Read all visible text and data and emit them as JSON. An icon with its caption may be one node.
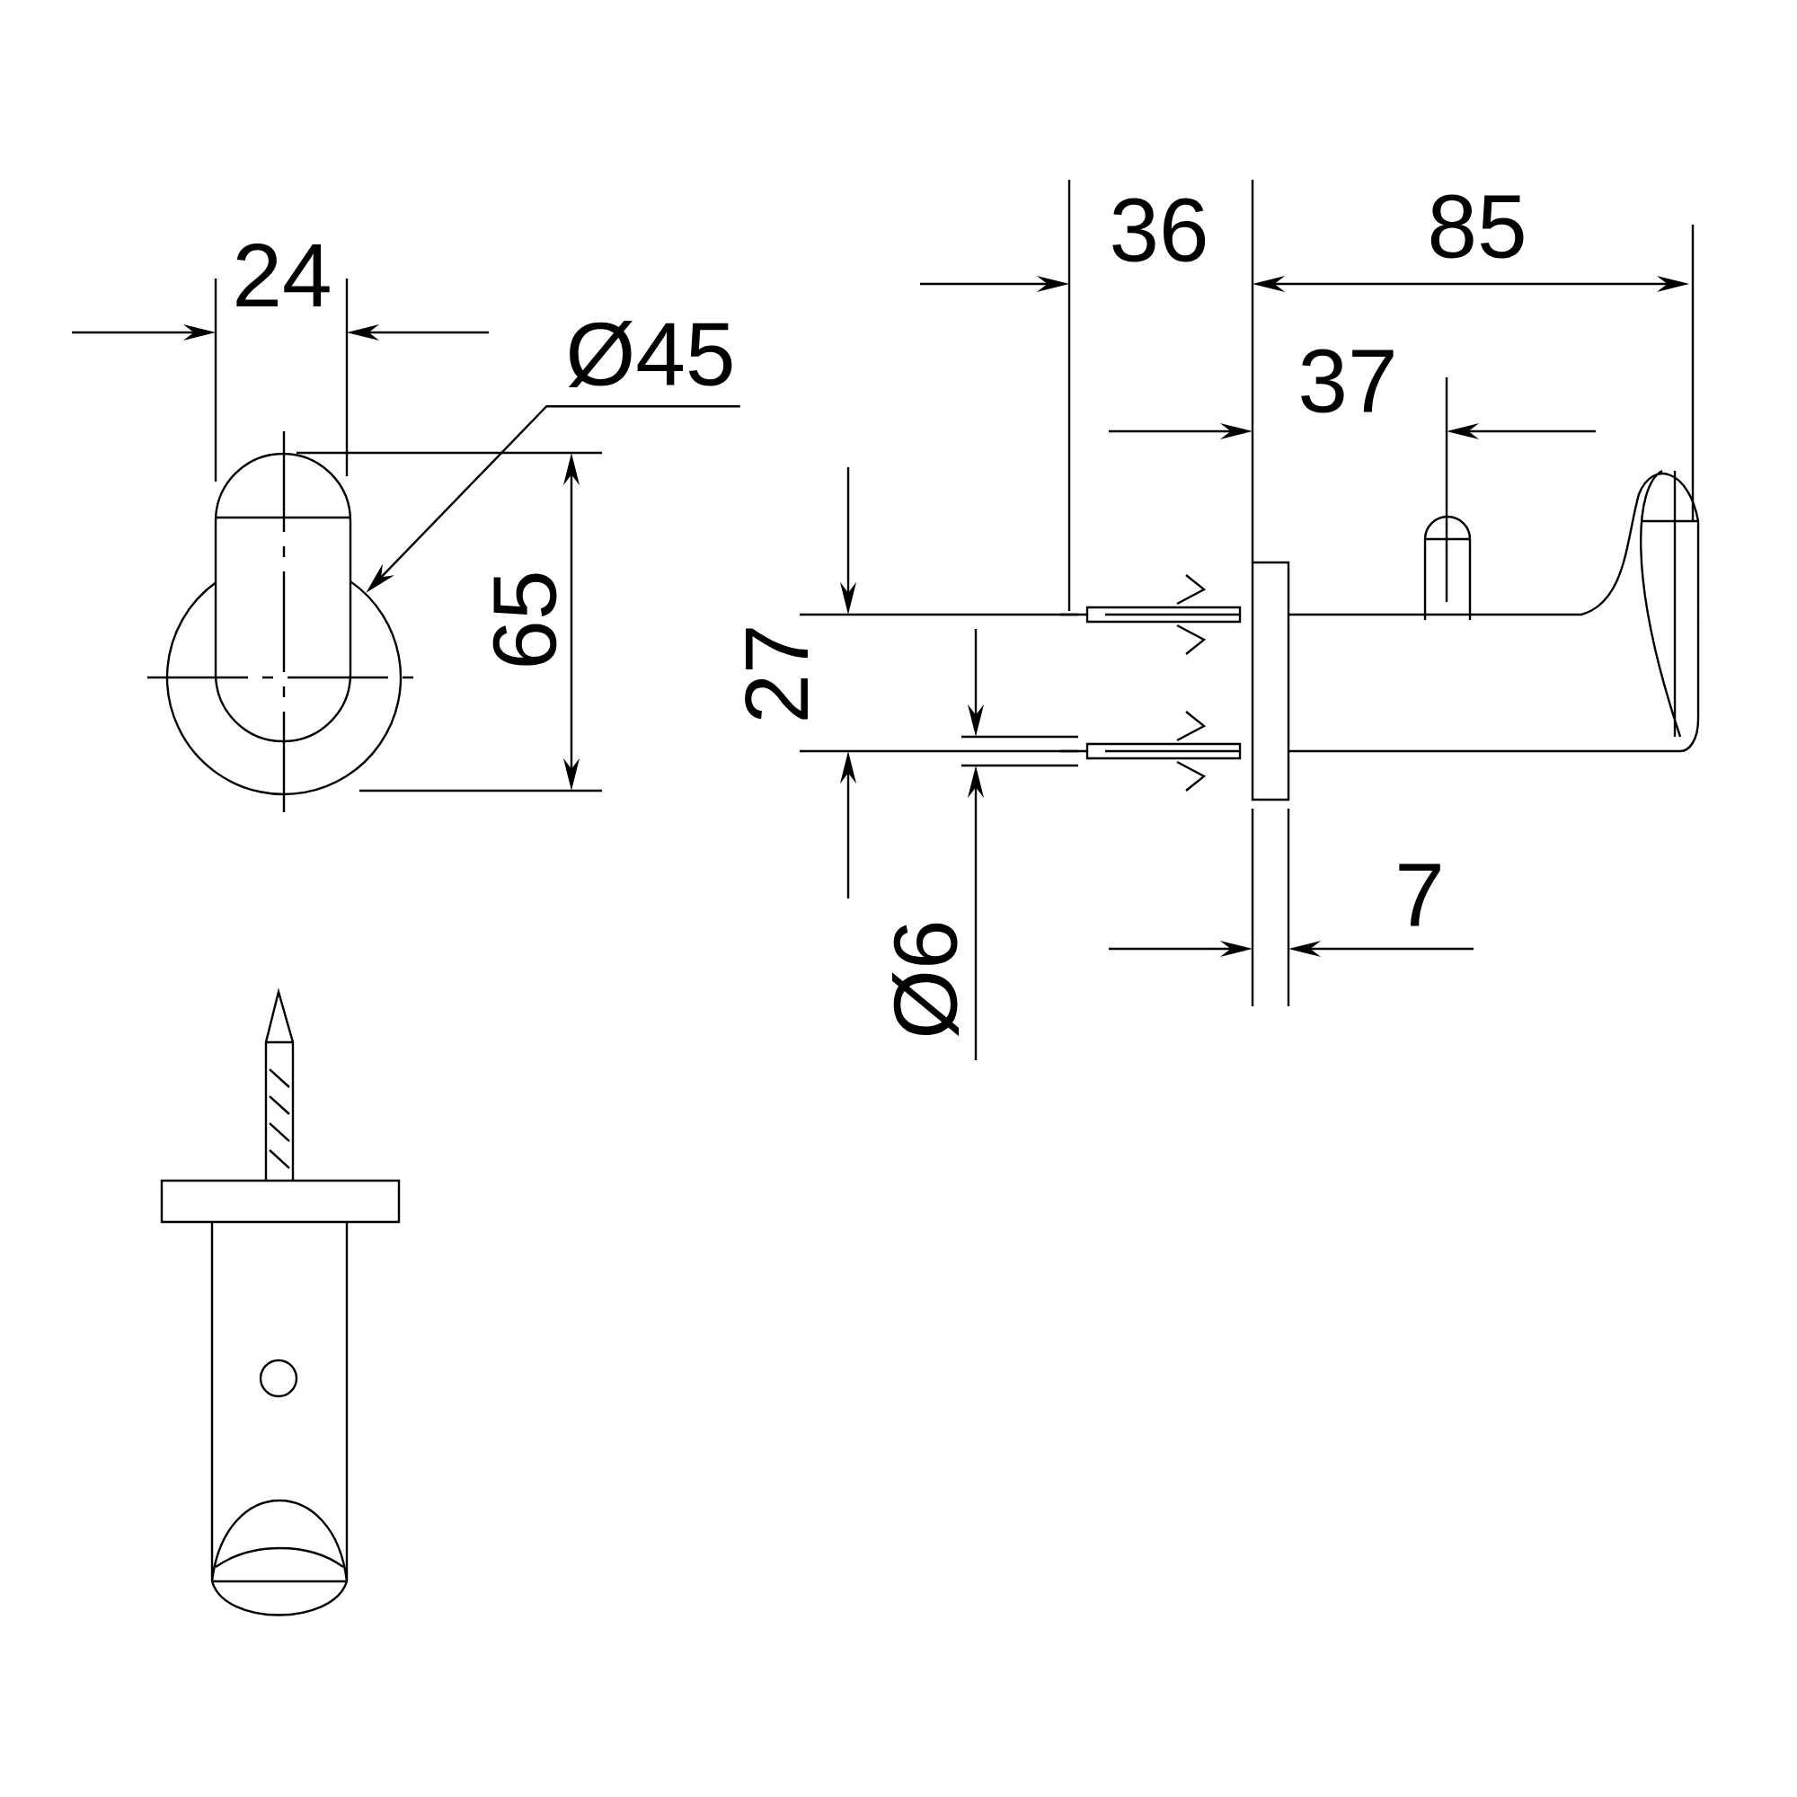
{
  "diagram": {
    "nodes": [
      {
        "text": [
          "Ø45"
        ]
      },
      {
        "text": [],
        "shape": "circle"
      }
    ],
    "edges": [
      {
        "from": 0,
        "to": 1,
        "arrow": "to"
      }
    ],
    "labels": [
      "24",
      "65",
      "36",
      "85",
      "37",
      "27",
      "Ø6",
      "7"
    ]
  }
}
